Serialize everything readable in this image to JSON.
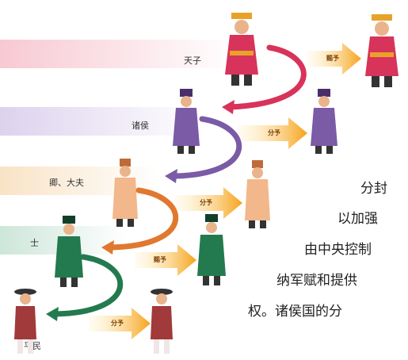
{
  "tiers": [
    {
      "label": "天子",
      "arrow_label": "赐予",
      "color": "#d8335a",
      "band_color": "#f7c9d3"
    },
    {
      "label": "诸侯",
      "arrow_label": "分予",
      "color": "#7b5aa6",
      "band_color": "#ddd2ee"
    },
    {
      "label": "卿、大夫",
      "arrow_label": "分予",
      "color": "#e89b5c",
      "band_color": "#f9e3c6"
    },
    {
      "label": "士",
      "arrow_label": "赐予",
      "color": "#237a4e",
      "band_color": "#cde6da"
    },
    {
      "label": "平民",
      "arrow_label": "分予",
      "color": "#a13a3a",
      "band_color": "#f1d2d2"
    }
  ],
  "text": {
    "line1": "分封",
    "line2": "以加强",
    "line3": "由中央控制",
    "line4": "纳军赋和提供",
    "line5": "权。诸侯国的分"
  }
}
